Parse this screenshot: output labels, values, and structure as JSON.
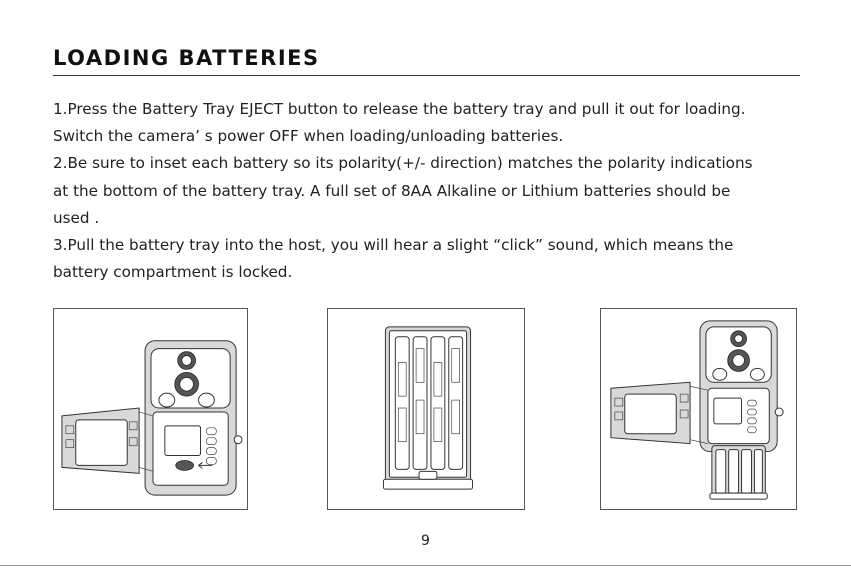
{
  "section": {
    "title": "LOADING  BATTERIES"
  },
  "instructions": [
    "1.Press the Battery Tray EJECT button to release the battery tray and pull it out for loading.",
    "Switch the camera’ s power OFF when loading/unloading batteries.",
    "2.Be sure to inset each battery so its polarity(+/- direction) matches the polarity indications",
    "at the bottom of the battery tray. A full set of 8AA Alkaline or Lithium batteries should be",
    "used .",
    "3.Pull the battery tray into the host, you will hear a slight “click” sound, which means the",
    "battery compartment is locked."
  ],
  "figures": {
    "fig1_icon": "camera-open-eject-icon",
    "fig2_icon": "battery-tray-icon",
    "fig3_icon": "camera-tray-inserted-icon"
  },
  "page_number": "9"
}
